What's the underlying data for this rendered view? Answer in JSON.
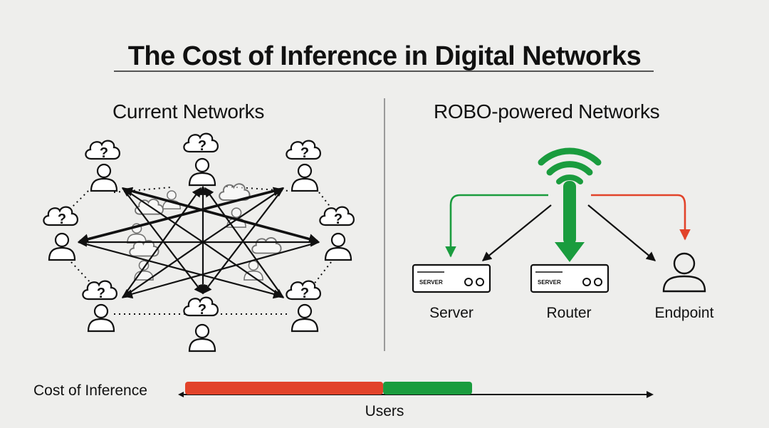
{
  "title": "The Cost of Inference in Digital Networks",
  "left_panel": {
    "title": "Current Networks",
    "node_symbol": "?"
  },
  "right_panel": {
    "title": "ROBO-powered Networks",
    "devices": [
      {
        "label": "Server",
        "plate": "SERVER"
      },
      {
        "label": "Router",
        "plate": "SERVER"
      },
      {
        "label": "Endpoint"
      }
    ]
  },
  "cost_bar": {
    "label": "Cost of Inference",
    "axis_label": "Users",
    "segments": [
      {
        "name": "current",
        "color": "#e2432a",
        "fraction": 0.69
      },
      {
        "name": "robo",
        "color": "#1a9c3e",
        "fraction": 0.31
      }
    ]
  },
  "colors": {
    "green": "#1a9c3e",
    "red": "#e2432a",
    "ink": "#111111"
  }
}
